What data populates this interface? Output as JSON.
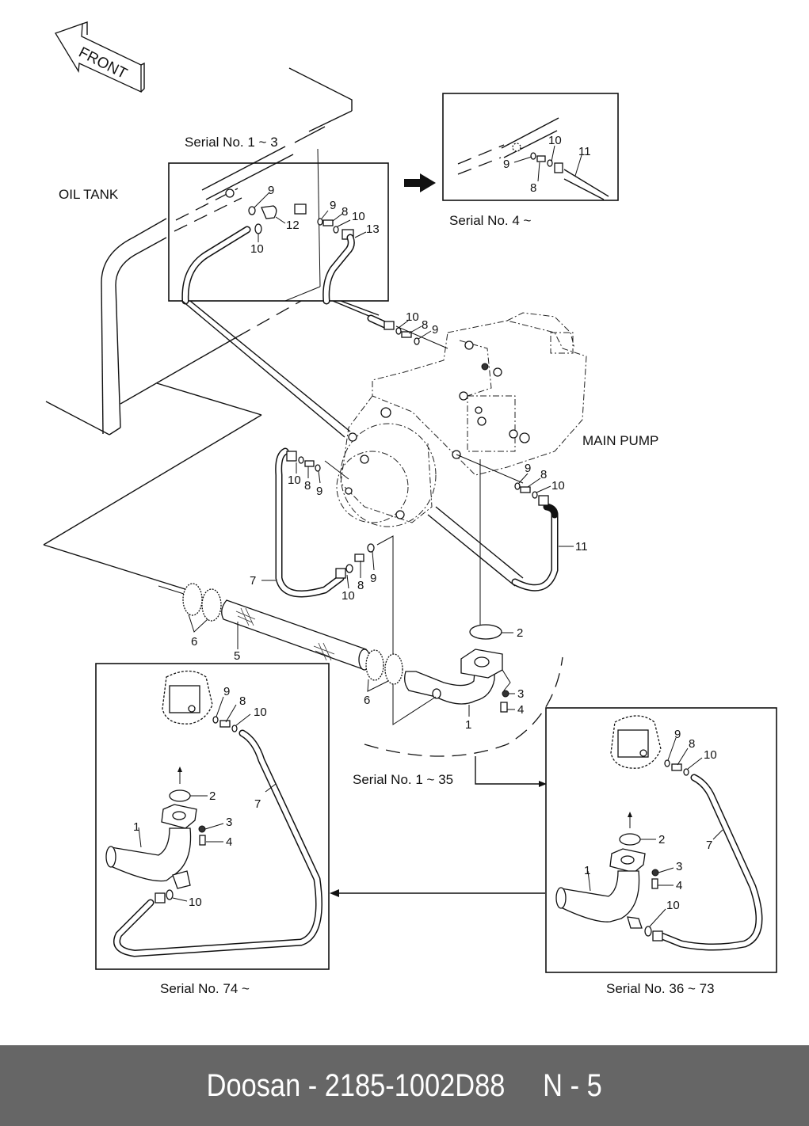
{
  "diagram": {
    "front_arrow_label": "FRONT",
    "components": {
      "oil_tank": "OIL TANK",
      "main_pump": "MAIN PUMP"
    },
    "captions": {
      "serial_1_3": "Serial No. 1 ~ 3",
      "serial_4": "Serial No. 4 ~",
      "serial_1_35": "Serial No. 1 ~ 35",
      "serial_36_73": "Serial No. 36 ~ 73",
      "serial_74": "Serial No. 74 ~"
    },
    "insets": {
      "serial_1_3": {
        "callouts": [
          "9",
          "12",
          "10",
          "9",
          "8",
          "10",
          "13"
        ]
      },
      "serial_4": {
        "callouts": [
          "10",
          "11",
          "9",
          "8"
        ]
      },
      "serial_36_73": {
        "callouts": [
          "9",
          "8",
          "10",
          "7",
          "2",
          "3",
          "1",
          "4",
          "10"
        ]
      },
      "serial_74": {
        "callouts": [
          "9",
          "8",
          "10",
          "7",
          "2",
          "3",
          "1",
          "4",
          "10"
        ]
      }
    },
    "main_callouts": {
      "top_fitting": [
        "10",
        "8",
        "9"
      ],
      "left_fitting": [
        "10",
        "8",
        "9"
      ],
      "right_fitting": [
        "9",
        "8",
        "10"
      ],
      "hose_right": "11",
      "hose_left": "7",
      "lower_fitting": [
        "10",
        "8",
        "9"
      ],
      "clamps_left": "6",
      "strainer": "5",
      "clamps_right": "6",
      "o_ring": "2",
      "washer": "3",
      "bolt": "4",
      "elbow": "1"
    }
  },
  "footer": {
    "brand": "Doosan",
    "part_number": "2185-1002D88",
    "page": "N - 5"
  }
}
